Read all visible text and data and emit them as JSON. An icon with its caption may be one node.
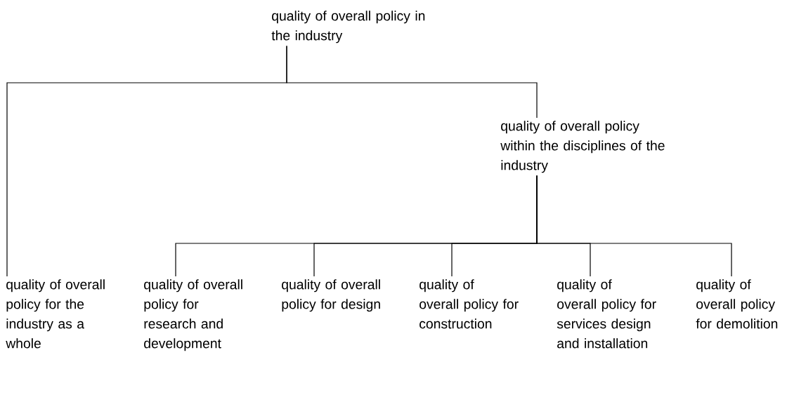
{
  "diagram": {
    "nodes": [
      {
        "text": [
          "quality of overall policy in the industry"
        ]
      },
      {
        "text": [
          "quality of overall policy within the disciplines of the industry"
        ]
      },
      {
        "text": [
          "quality of overall policy for the industry as a whole"
        ]
      },
      {
        "text": [
          "quality of overall policy for research and development"
        ]
      },
      {
        "text": [
          "quality of overall policy for design"
        ]
      },
      {
        "text": [
          "quality of overall policy for construction"
        ]
      },
      {
        "text": [
          "quality of overall policy for services design and installation"
        ]
      },
      {
        "text": [
          "quality of overall policy for demolition"
        ]
      }
    ],
    "edges": [
      {
        "from": 0,
        "to": 2,
        "arrow": "none"
      },
      {
        "from": 0,
        "to": 1,
        "arrow": "none"
      },
      {
        "from": 1,
        "to": 3,
        "arrow": "none"
      },
      {
        "from": 1,
        "to": 4,
        "arrow": "none"
      },
      {
        "from": 1,
        "to": 5,
        "arrow": "none"
      },
      {
        "from": 1,
        "to": 6,
        "arrow": "none"
      },
      {
        "from": 1,
        "to": 7,
        "arrow": "none"
      }
    ]
  }
}
